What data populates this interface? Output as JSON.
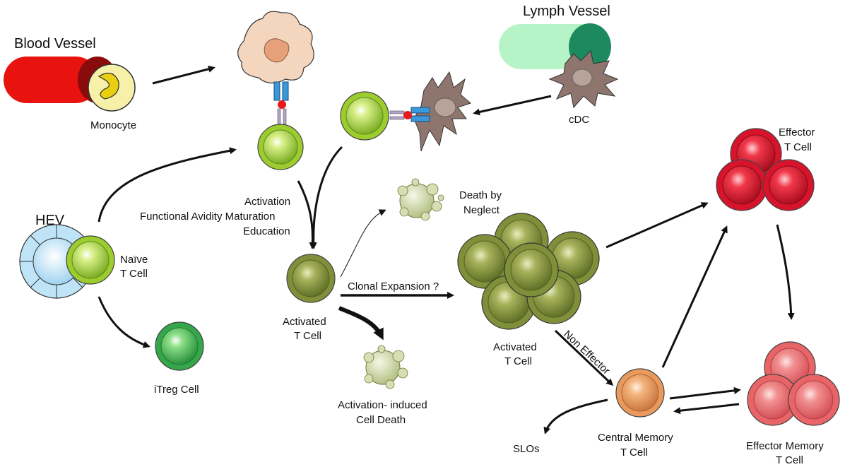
{
  "labels": {
    "blood_vessel": "Blood Vessel",
    "monocyte": "Monocyte",
    "lymph_vessel": "Lymph Vessel",
    "cdc": "cDC",
    "hev": "HEV",
    "naive_1": "Naïve",
    "naive_2": "T Cell",
    "itreg": "iTreg Cell",
    "activation_1": "Activation",
    "activation_2": "Functional Avidity Maturation",
    "activation_3": "Education",
    "activated_1": "Activated",
    "activated_2": "T Cell",
    "clonal": "Clonal Expansion ?",
    "neglect_1": "Death by",
    "neglect_2": "Neglect",
    "aicd_1": "Activation- induced",
    "aicd_2": "Cell Death",
    "expanded_1": "Activated",
    "expanded_2": "T Cell",
    "non_effector": "Non Effector",
    "effector_1": "Effector",
    "effector_2": "T Cell",
    "central_1": "Central Memory",
    "central_2": "T Cell",
    "slos": "SLOs",
    "effmem_1": "Effector Memory",
    "effmem_2": "T Cell"
  },
  "colors": {
    "blood": "#e8130f",
    "lymph": "#1c8a5e",
    "naive": "#9ccc2e",
    "activated": "#7f8f3a",
    "itreg": "#35a64a",
    "effector": "#d8142c",
    "memory_central": "#e79a5c",
    "memory_effector": "#e96467",
    "dying": "#c9d3a1",
    "dc": "#8e766e",
    "macrophage": "#f2c9a8"
  }
}
